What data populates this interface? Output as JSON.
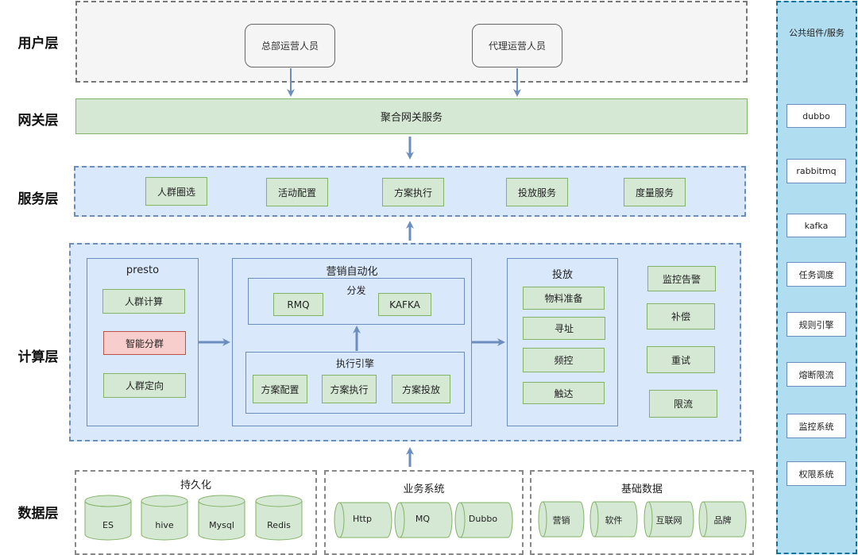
{
  "layers": {
    "user": "用户层",
    "gateway": "网关层",
    "service": "服务层",
    "compute": "计算层",
    "data": "数据层"
  },
  "user_layer": {
    "hq_ops": "总部运营人员",
    "agent_ops": "代理运营人员"
  },
  "gateway_layer": {
    "aggregate": "聚合网关服务"
  },
  "service_layer": {
    "items": [
      "人群圈选",
      "活动配置",
      "方案执行",
      "投放服务",
      "度量服务"
    ]
  },
  "compute_layer": {
    "presto": {
      "title": "presto",
      "items": [
        "人群计算",
        "智能分群",
        "人群定向"
      ]
    },
    "automation": {
      "title": "营销自动化",
      "distribute": {
        "title": "分发",
        "items": [
          "RMQ",
          "KAFKA"
        ]
      },
      "engine": {
        "title": "执行引擎",
        "items": [
          "方案配置",
          "方案执行",
          "方案投放"
        ]
      }
    },
    "delivery": {
      "title": "投放",
      "items": [
        "物料准备",
        "寻址",
        "频控",
        "触达"
      ]
    },
    "side": [
      "监控告警",
      "补偿",
      "重试",
      "限流"
    ]
  },
  "data_layer": {
    "persistence": {
      "title": "持久化",
      "items": [
        "ES",
        "hive",
        "Mysql",
        "Redis"
      ]
    },
    "business": {
      "title": "业务系统",
      "items": [
        "Http",
        "MQ",
        "Dubbo"
      ]
    },
    "base": {
      "title": "基础数据",
      "items": [
        "营销",
        "软件",
        "互联网",
        "品牌"
      ]
    }
  },
  "public_components": {
    "title": "公共组件/服务",
    "items": [
      "dubbo",
      "rabbitmq",
      "kafka",
      "任务调度",
      "规则引擎",
      "熔断限流",
      "监控系统",
      "权限系统"
    ]
  }
}
